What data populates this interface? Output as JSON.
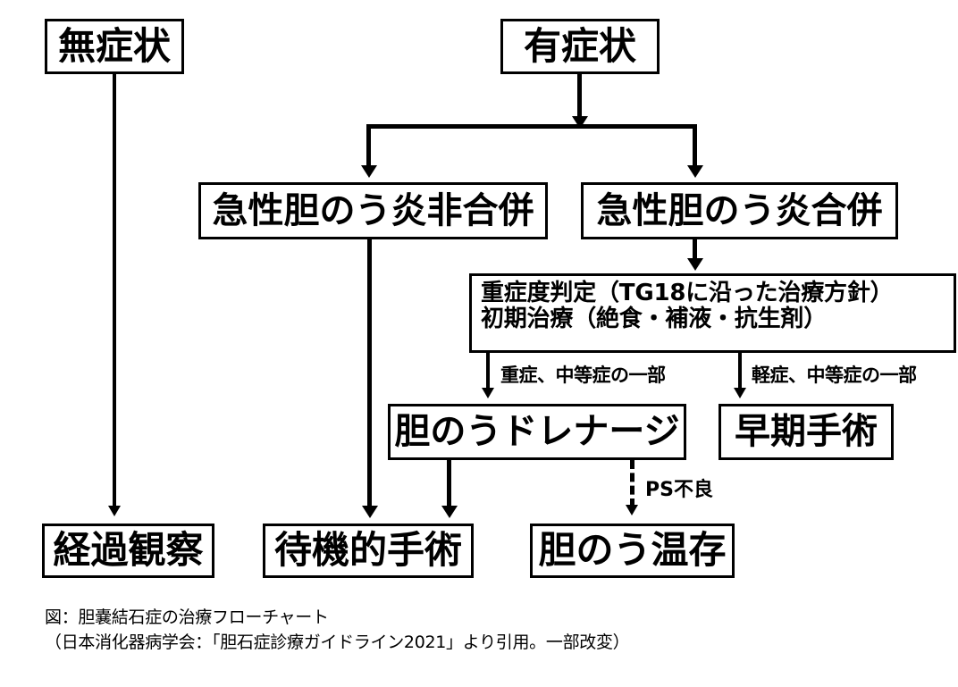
{
  "figure": {
    "title": "胆嚢結石症の治療フローチャート",
    "language": "ja"
  },
  "nodes": {
    "asymptomatic": "無症状",
    "symptomatic": "有症状",
    "no_acute_cholecystitis": "急性胆のう炎非合併",
    "with_acute_cholecystitis": "急性胆のう炎合併",
    "severity_line1": "重症度判定（TG18に沿った治療方針）",
    "severity_line2": "初期治療（絶食・補液・抗生剤）",
    "gallbladder_drainage": "胆のうドレナージ",
    "early_surgery": "早期手術",
    "observation": "経過観察",
    "elective_surgery": "待機的手術",
    "gallbladder_preservation": "胆のう温存"
  },
  "edge_labels": {
    "severe_moderate_part": "重症、中等症の一部",
    "mild_moderate_part": "軽症、中等症の一部",
    "poor_ps": "PS不良"
  },
  "caption": {
    "line1": "図：胆嚢結石症の治療フローチャート",
    "line2": "（日本消化器病学会：「胆石症診療ガイドライン2021」より引用。一部改変）"
  },
  "colors": {
    "ink": "#000000",
    "background": "#ffffff"
  }
}
